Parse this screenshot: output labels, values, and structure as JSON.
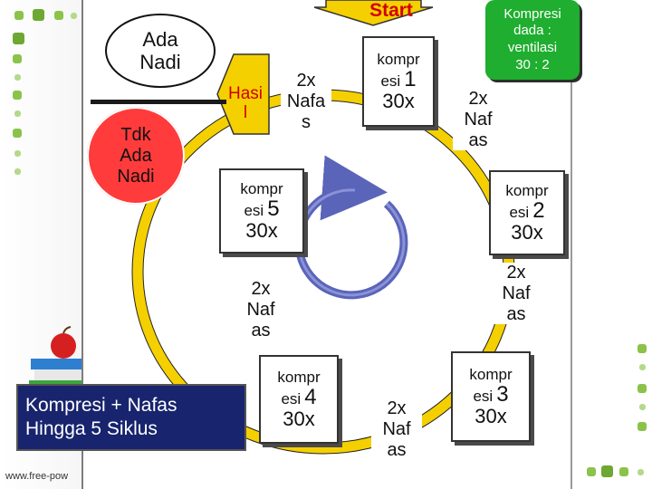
{
  "diagram": {
    "start_label": "Start",
    "ratio_box": {
      "lines": [
        "Kompresi",
        "dada :",
        "ventilasi",
        "30 : 2"
      ]
    },
    "pulse_yes": {
      "lines": [
        "Ada",
        "Nadi"
      ]
    },
    "pulse_no": {
      "lines": [
        "Tdk",
        "Ada",
        "Nadi"
      ]
    },
    "result_label": {
      "lines": [
        "Hasi",
        "l"
      ]
    },
    "compressions": [
      {
        "top": "kompr",
        "left": "esi",
        "number": "1",
        "count": "30x"
      },
      {
        "top": "kompr",
        "left": "esi",
        "number": "2",
        "count": "30x"
      },
      {
        "top": "kompr",
        "left": "esi",
        "number": "3",
        "count": "30x"
      },
      {
        "top": "kompr",
        "left": "esi",
        "number": "4",
        "count": "30x"
      },
      {
        "top": "kompr",
        "left": "esi",
        "number": "5",
        "count": "30x"
      }
    ],
    "breaths": [
      {
        "lines": [
          "2x",
          "Nafa",
          "s"
        ]
      },
      {
        "lines": [
          "2x",
          "Naf",
          "as"
        ]
      },
      {
        "lines": [
          "2x",
          "Naf",
          "as"
        ]
      },
      {
        "lines": [
          "2x",
          "Naf",
          "as"
        ]
      },
      {
        "lines": [
          "2x",
          "Naf",
          "as"
        ]
      }
    ],
    "summary": {
      "lines": [
        "Kompresi + Nafas",
        "Hingga 5 Siklus"
      ]
    }
  },
  "footer_text": "www.free-pow",
  "colors": {
    "ring": "#f5d000",
    "cycle_arrow": "#5a64b8",
    "pulse_no_fill": "#ff3b3b",
    "ratio_fill": "#1fae2f",
    "summary_fill": "#18246e",
    "start_text": "#d10000"
  }
}
